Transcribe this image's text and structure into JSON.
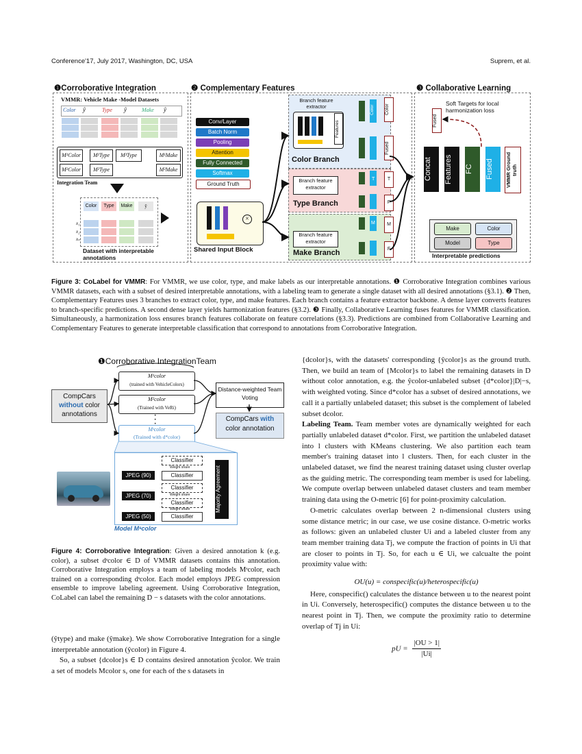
{
  "header": {
    "left": "Conference'17, July 2017, Washington, DC, USA",
    "right": "Suprem, et al."
  },
  "fig3": {
    "s1": "❶Corroborative Integration",
    "s2": "❷ Complementary Features",
    "s3": "❸ Collaborative Learning",
    "vmmr_title": "VMMR: Vehicle Make -Model Datasets",
    "cols": [
      "Color",
      "ŷ",
      "Type",
      "ŷ",
      "Make",
      "ŷ"
    ],
    "models": [
      "M¹Color",
      "M¹Type",
      "M³Type",
      "M¹Make",
      "M²Color",
      "M²Type",
      "M²Make"
    ],
    "integration_team": "Integration Team",
    "ds_cols": [
      "Color",
      "Type",
      "Make",
      "ŷ"
    ],
    "ds_rows": [
      "x₁",
      "x₂",
      "xₙ"
    ],
    "ds_label": "Dataset with interpretable annotations",
    "legend": [
      "Conv/Layer",
      "Batch Norm",
      "Pooling",
      "Attention",
      "Fully Connected",
      "Softmax",
      "Ground Truth"
    ],
    "shared": "Shared Input Block",
    "bfe": "Branch feature extractor",
    "features": "Features",
    "color_branch": "Color Branch",
    "type_branch": "Type Branch",
    "make_branch": "Make Branch",
    "tags": [
      "Color",
      "Color",
      "Fused",
      "T",
      "T",
      "F",
      "M",
      "M",
      "F"
    ],
    "soft": "Soft Targets for local harmonization loss",
    "fused_small": "Fused",
    "cl_blocks": [
      "Concat",
      "Features",
      "FC",
      "Fused"
    ],
    "gt": "VMMR Ground truth",
    "preds": [
      "Make",
      "Color",
      "Model",
      "Type"
    ],
    "preds_label": "Interpretable predictions"
  },
  "cap3": {
    "label": "Figure 3: CoLabel for VMMR",
    "text": ": For VMMR, we use color, type, and make labels as our interpretable annotations. ❶ Corroborative Integration combines various VMMR datasets, each with a subset of desired interpretable annotations, with a labeling team to generate a single dataset with all desired annotations (§3.1). ❷ Then, Complementary Features uses 3 branches to extract color, type, and make features. Each branch contains a feature extractor backbone. A dense layer converts features to branch-specific predictions. A second dense layer yields harmonization features (§3.2). ❸ Finally, Collaborative Learning fuses features for VMMR classification. Simultaneously, a harmonization loss ensures branch features collaborate on feature correlations (§3.3). Predictions are combined from Collaborative Learning and Complementary Features to generate interpretable classification that correspond to annotations from Corroborative Integration."
  },
  "fig4": {
    "title": "❶Corroborative IntegrationTeam",
    "compcars": "CompCars",
    "without": "without",
    "color_ann": "color annotations",
    "m1": "M¹color",
    "m1s": "(trained with VehicleColors)",
    "m2": "M²color",
    "m2s": "(Trained with VeRi)",
    "m3": "Mˢcolor",
    "m3s": "(Trained with d*color)",
    "voting": "Distance-weighted Team Voting",
    "with_a": "CompCars",
    "with_b": "with",
    "with_c": "color annotation",
    "jpeg": [
      "JPEG (90)",
      "JPEG (70)",
      "JPEG (50)"
    ],
    "classifier": "Classifier",
    "ws": "Weight share",
    "majority": "Majority Agreement",
    "model_label": "Model Mˢcolor"
  },
  "cap4": {
    "label": "Figure 4: Corroborative Integration",
    "text": ": Given a desired annotation k (e.g. color), a subset dˢcolor ∈ D of VMMR datasets contains this annotation. Corroborative Integration employs a team of labeling models Mˢcolor, each trained on a corresponding dˢcolor. Each model employs JPEG compression ensemble to improve labeling agreement. Using Corroborative Integration, CoLabel can label the remaining D − s datasets with the color annotations."
  },
  "left_text": [
    "(ŷtype) and make (ŷmake). We show Corroborative Integration for a single interpretable annotation (ŷcolor) in Figure 4.",
    "So, a subset {dcolor}s ∈ D contains desired annotation ŷcolor. We train a set of models Mcolor s, one for each of the s datasets in"
  ],
  "right_text": {
    "p1": "{dcolor}s, with the datasets' corresponding {ŷcolor}s as the ground truth. Then, we build an team of {Mcolor}s to label the remaining datasets in D without color annotation, e.g. the ŷcolor-unlabeled subset {d*color}|D|−s, with weighted voting. Since d*color has a subset of desired annotations, we call it a partially unlabeled dataset; this subset is the complement of labeled subset dcolor.",
    "lt_head": "Labeling Team.",
    "p2": " Team member votes are dynamically weighted for each partially unlabeled dataset d*color. First, we partition the unlabeled dataset into l clusters with KMeans clustering. We also partition each team member's training dataset into l clusters. Then, for each cluster in the unlabeled dataset, we find the nearest training dataset using cluster overlap as the guiding metric. The corresponding team member is used for labeling. We compute overlap between unlabeled dataset clusters and team member training data using the O-metric [6] for point-proximity calculation.",
    "p3": "O-metric calculates overlap between 2 n-dimensional clusters using some distance metric; in our case, we use cosine distance. O-metric works as follows: given an unlabeled cluster Ui and a labeled cluster from any team member training data Tj, we compute the fraction of points in Ui that are closer to points in Tj. So, for each u ∈ Ui, we calcualte the point proximity value with:",
    "eq1": "OU(u) = conspecific(u)/heterospecific(u)",
    "p4": "Here, conspecific() calculates the distance between u to the nearest point in Ui. Conversely, heterospecific() computes the distance between u to the nearest point in Tj. Then, we compute the proximity ratio to determine overlap of Tj in Ui:",
    "eq2_lhs": "pU =",
    "eq2_num": "|OU > 1|",
    "eq2_den": "|Ui|"
  }
}
